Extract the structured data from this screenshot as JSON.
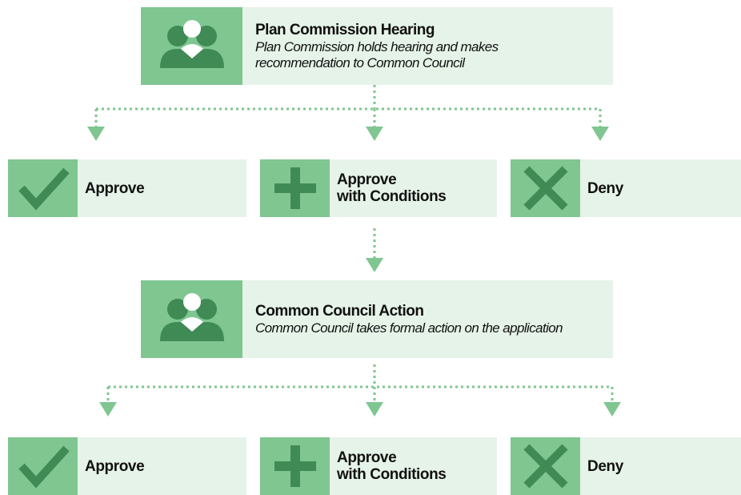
{
  "colors": {
    "box_fill": "#e6f3e8",
    "icon_fill": "#7fc691",
    "icon_glyph": "#3f8a55",
    "connector": "#7fc691"
  },
  "stage1": {
    "title": "Plan Commission Hearing",
    "description_line1": "Plan Commission holds hearing and makes",
    "description_line2": "recommendation to Common Council",
    "icon": "people-icon"
  },
  "outcomes1": [
    {
      "line1": "Approve",
      "line2": "",
      "icon": "checkmark-icon"
    },
    {
      "line1": "Approve",
      "line2": "with Conditions",
      "icon": "plus-icon"
    },
    {
      "line1": "Deny",
      "line2": "",
      "icon": "x-icon"
    }
  ],
  "stage2": {
    "title": "Common Council Action",
    "description_line1": "Common Council takes formal action on the application",
    "description_line2": "",
    "icon": "people-icon"
  },
  "outcomes2": [
    {
      "line1": "Approve",
      "line2": "",
      "icon": "checkmark-icon"
    },
    {
      "line1": "Approve",
      "line2": "with Conditions",
      "icon": "plus-icon"
    },
    {
      "line1": "Deny",
      "line2": "",
      "icon": "x-icon"
    }
  ]
}
